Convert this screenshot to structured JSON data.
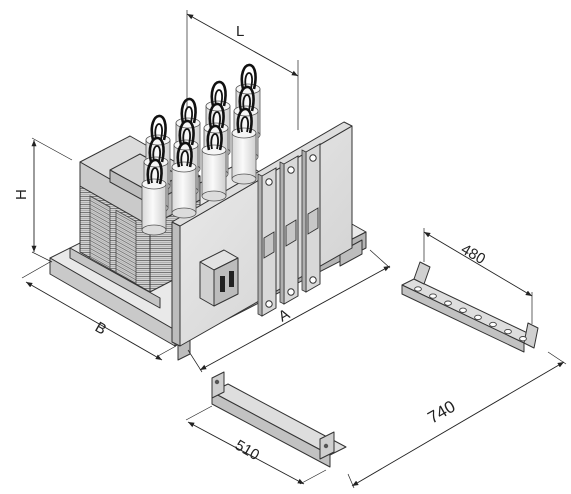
{
  "dimensions": {
    "length": "L",
    "height": "H",
    "depth": "B",
    "width": "A",
    "rail_long": "740",
    "rail_front": "510",
    "rail_back": "480"
  },
  "colors": {
    "metal_light": "#e6e6e6",
    "metal_mid": "#cfcfcf",
    "metal_dark": "#a9a9a9",
    "capacitor": "#f2f2f2",
    "wire": "#111111",
    "line": "#222222"
  }
}
